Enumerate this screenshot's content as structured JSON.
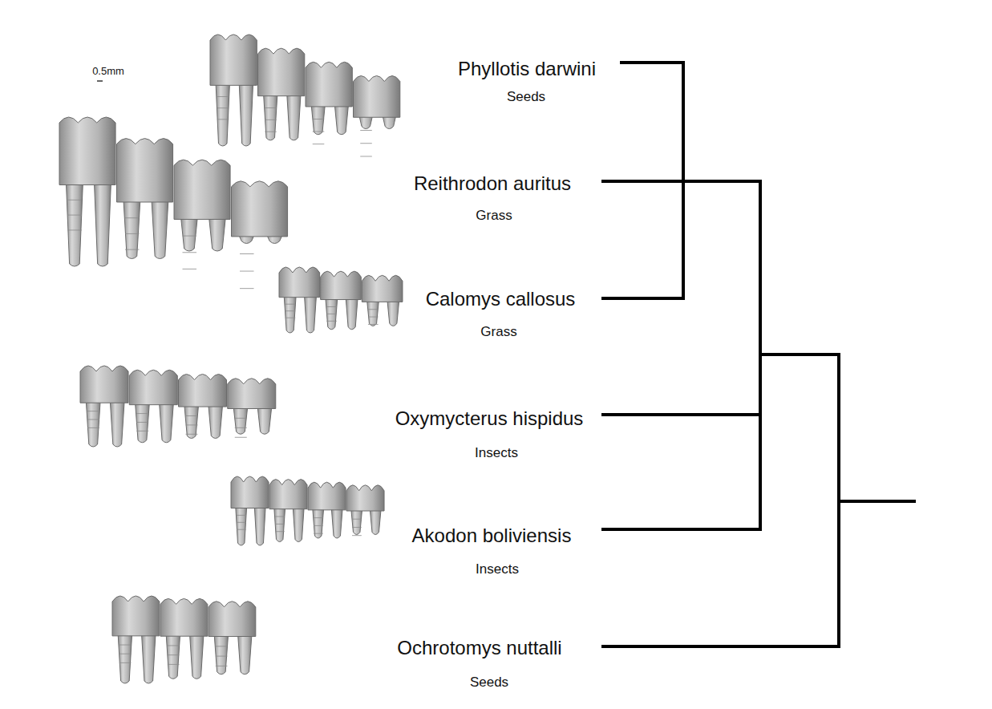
{
  "diagram": {
    "labels": [
      "0.5mm",
      "Phyllotis darwini",
      "Seeds",
      "Reithrodon auritus",
      "Grass",
      "Calomys callosus",
      "Grass",
      "Oxymycterus hispidus",
      "Insects",
      "Akodon boliviensis",
      "Insects",
      "Ochrotomys nuttalli",
      "Seeds"
    ]
  }
}
